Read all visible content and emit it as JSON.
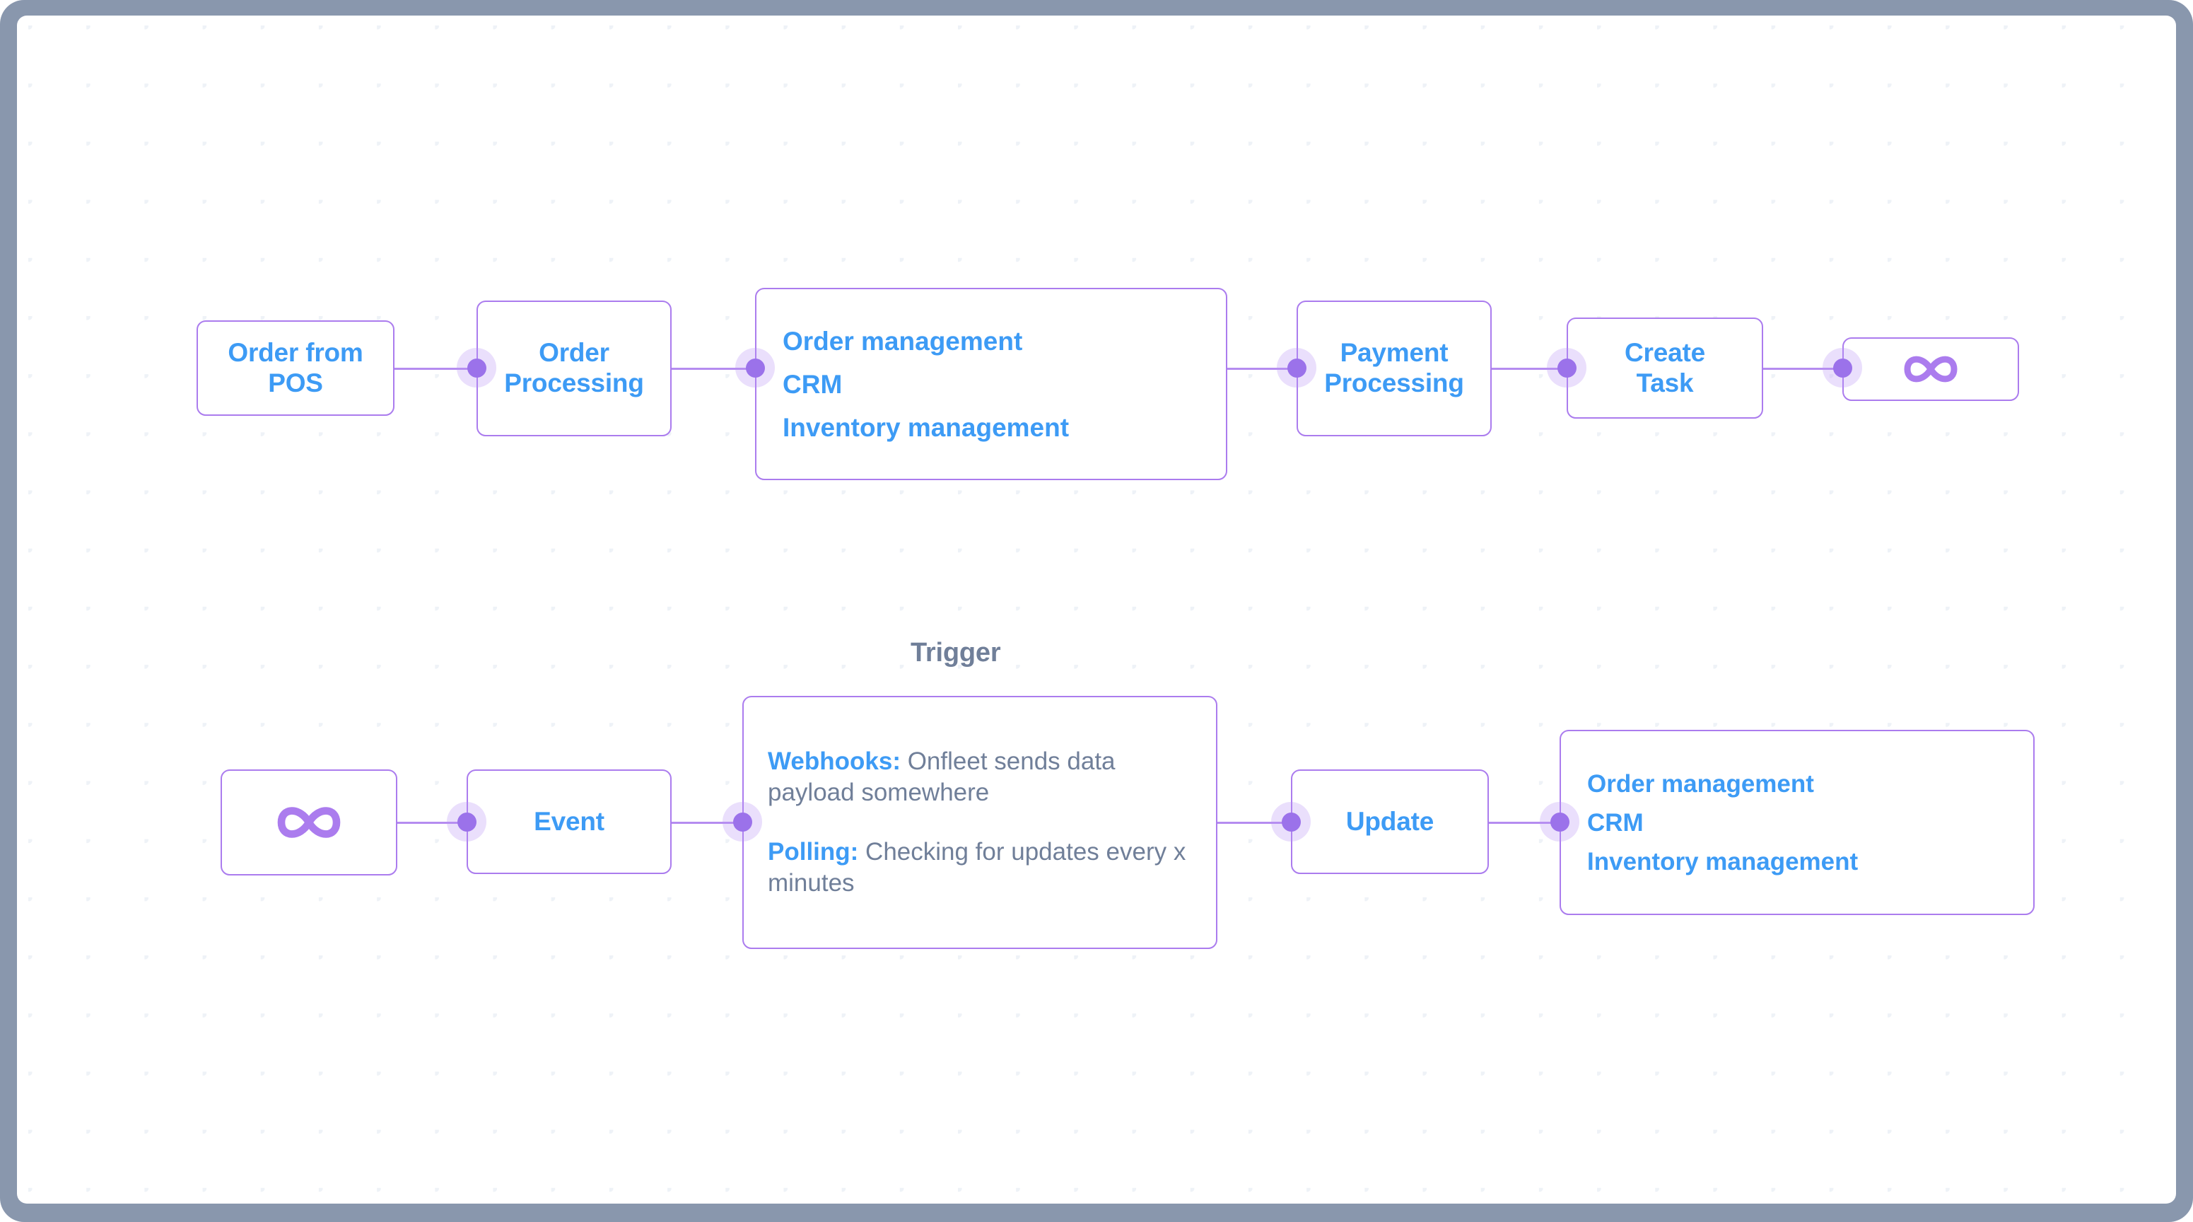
{
  "theme": {
    "frame_color": "#8997ad",
    "canvas_background": "#ffffff",
    "grid_dot_color": "#eef2f7",
    "node_border_color": "#ab7cee",
    "node_label_color": "#3d9bf5",
    "muted_text_color": "#707f99",
    "connector_color": "#b58cf0",
    "connector_dot_color": "#9b72ea"
  },
  "diagram": {
    "rows": [
      {
        "id": "order-flow-row",
        "caption": "",
        "nodes": [
          {
            "id": "order-from-pos",
            "type": "label",
            "label": "Order from\nPOS"
          },
          {
            "id": "order-processing",
            "type": "label",
            "label": "Order\nProcessing"
          },
          {
            "id": "systems-top",
            "type": "list",
            "items": [
              "Order management",
              "CRM",
              "Inventory management"
            ]
          },
          {
            "id": "payment-processing",
            "type": "label",
            "label": "Payment\nProcessing"
          },
          {
            "id": "create-task",
            "type": "label",
            "label": "Create\nTask"
          },
          {
            "id": "onfleet-logo-top",
            "type": "icon",
            "icon": "infinity-icon"
          }
        ]
      },
      {
        "id": "trigger-flow-row",
        "caption": "Trigger",
        "nodes": [
          {
            "id": "onfleet-logo-bottom",
            "type": "icon",
            "icon": "infinity-icon"
          },
          {
            "id": "event",
            "type": "label",
            "label": "Event"
          },
          {
            "id": "trigger-methods",
            "type": "description",
            "paragraphs": [
              {
                "keyword": "Webhooks:",
                "text": " Onfleet sends data payload somewhere"
              },
              {
                "keyword": "Polling:",
                "text": " Checking for updates every x minutes"
              }
            ]
          },
          {
            "id": "update",
            "type": "label",
            "label": "Update"
          },
          {
            "id": "systems-bottom",
            "type": "list",
            "items": [
              "Order management",
              "CRM",
              "Inventory management"
            ]
          }
        ]
      }
    ]
  }
}
